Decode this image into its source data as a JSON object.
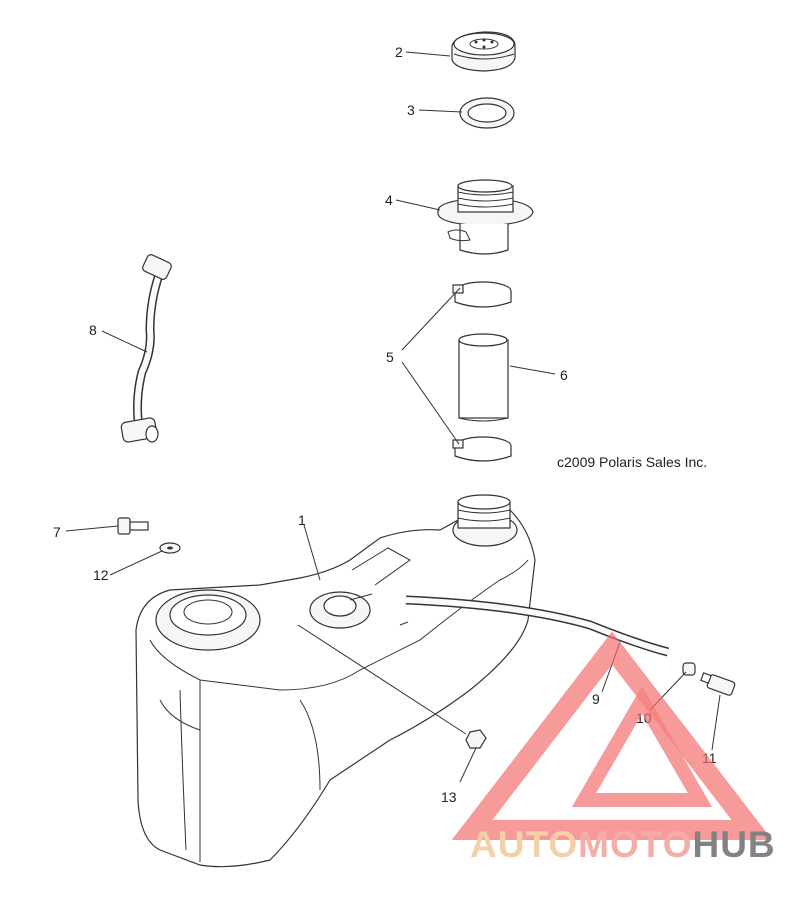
{
  "copyright": "c2009 Polaris Sales Inc.",
  "callouts": [
    "1",
    "2",
    "3",
    "4",
    "5",
    "6",
    "7",
    "8",
    "9",
    "10",
    "11",
    "12",
    "13"
  ],
  "parts": {
    "p1": "fuel-tank",
    "p2": "fuel-cap",
    "p3": "cap-gasket",
    "p4": "filler-neck",
    "p5": "hose-clamp",
    "p6": "filler-hose",
    "p7": "bolt",
    "p8": "vent-hose-assembly",
    "p9": "fuel-line",
    "p10": "cap-plug",
    "p11": "check-valve",
    "p12": "washer",
    "p13": "nut"
  },
  "watermark": {
    "word1": "AUTO",
    "word2": "MOTO",
    "word3": "HUB",
    "colors": {
      "auto": "#f3c89a",
      "moto": "#f3a09a",
      "hub": "#6d6d6d",
      "triangle": "#f26b6b"
    }
  }
}
